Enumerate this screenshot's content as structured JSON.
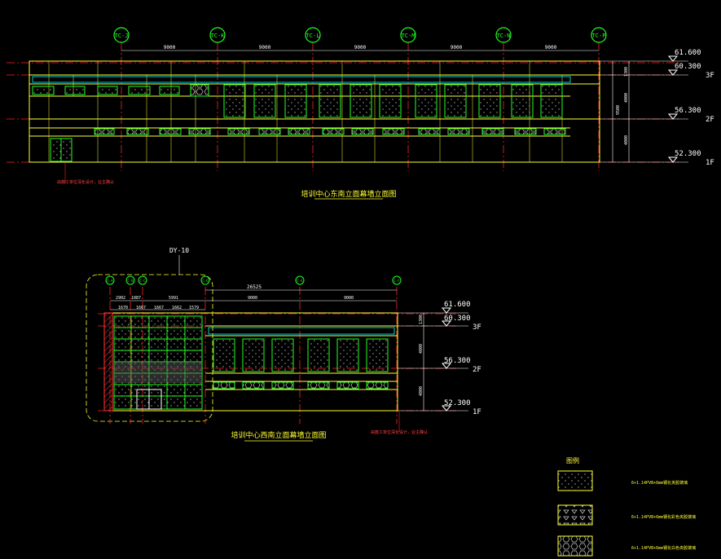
{
  "colors": {
    "background": "#000000",
    "axis_bubble": "#22ff22",
    "axis_line": "#ff2222",
    "frame": "#ffff33",
    "dimension": "#ffffff",
    "panel": "#22ff22",
    "glass": "#00ffff",
    "level_mark": "#ffffff",
    "title": "#ffff33"
  },
  "drawing1": {
    "title": "培训中心东南立面幕墙立面图",
    "axes": [
      "TC-J",
      "TC-K",
      "TC-L",
      "TC-M",
      "TC-N",
      "TC-P"
    ],
    "bay_dims": [
      "9000",
      "9000",
      "9000",
      "9000",
      "9000"
    ],
    "levels": [
      {
        "elev": "61.600",
        "tag": ""
      },
      {
        "elev": "60.300",
        "tag": "3F"
      },
      {
        "elev": "56.300",
        "tag": "2F"
      },
      {
        "elev": "52.300",
        "tag": "1F"
      }
    ],
    "vertical_dims": [
      "1300",
      "4000",
      "4000",
      "9500"
    ],
    "note": "由施工单位深化设计，业主确认"
  },
  "drawing2": {
    "callout": "DY-10",
    "title": "培训中心西南立面幕墙立面图",
    "axes": [
      "C-A",
      "C-B",
      "C-C",
      "C-D",
      "C-E",
      "C-F"
    ],
    "overall_dim": "26525",
    "bay_dims": [
      "2902",
      "1087",
      "5991",
      "9000",
      "9000"
    ],
    "sub_dims": [
      "1670",
      "1667",
      "1667",
      "1662",
      "1579"
    ],
    "levels": [
      {
        "elev": "61.600",
        "tag": ""
      },
      {
        "elev": "60.300",
        "tag": "3F"
      },
      {
        "elev": "56.300",
        "tag": "2F"
      },
      {
        "elev": "52.300",
        "tag": "1F"
      }
    ],
    "vertical_dims": [
      "1300",
      "4000",
      "4000"
    ],
    "note": "由施工单位深化设计，业主确认"
  },
  "legend": {
    "title": "图例",
    "items": [
      {
        "pattern": "dots",
        "label": "6+1.14PVB+6mm钢化夹胶玻璃"
      },
      {
        "pattern": "triangles",
        "label": "6+1.14PVB+6mm钢化彩色夹胶玻璃"
      },
      {
        "pattern": "hexagons",
        "label": "6+1.14PVB+6mm钢化白色夹胶玻璃"
      }
    ]
  }
}
